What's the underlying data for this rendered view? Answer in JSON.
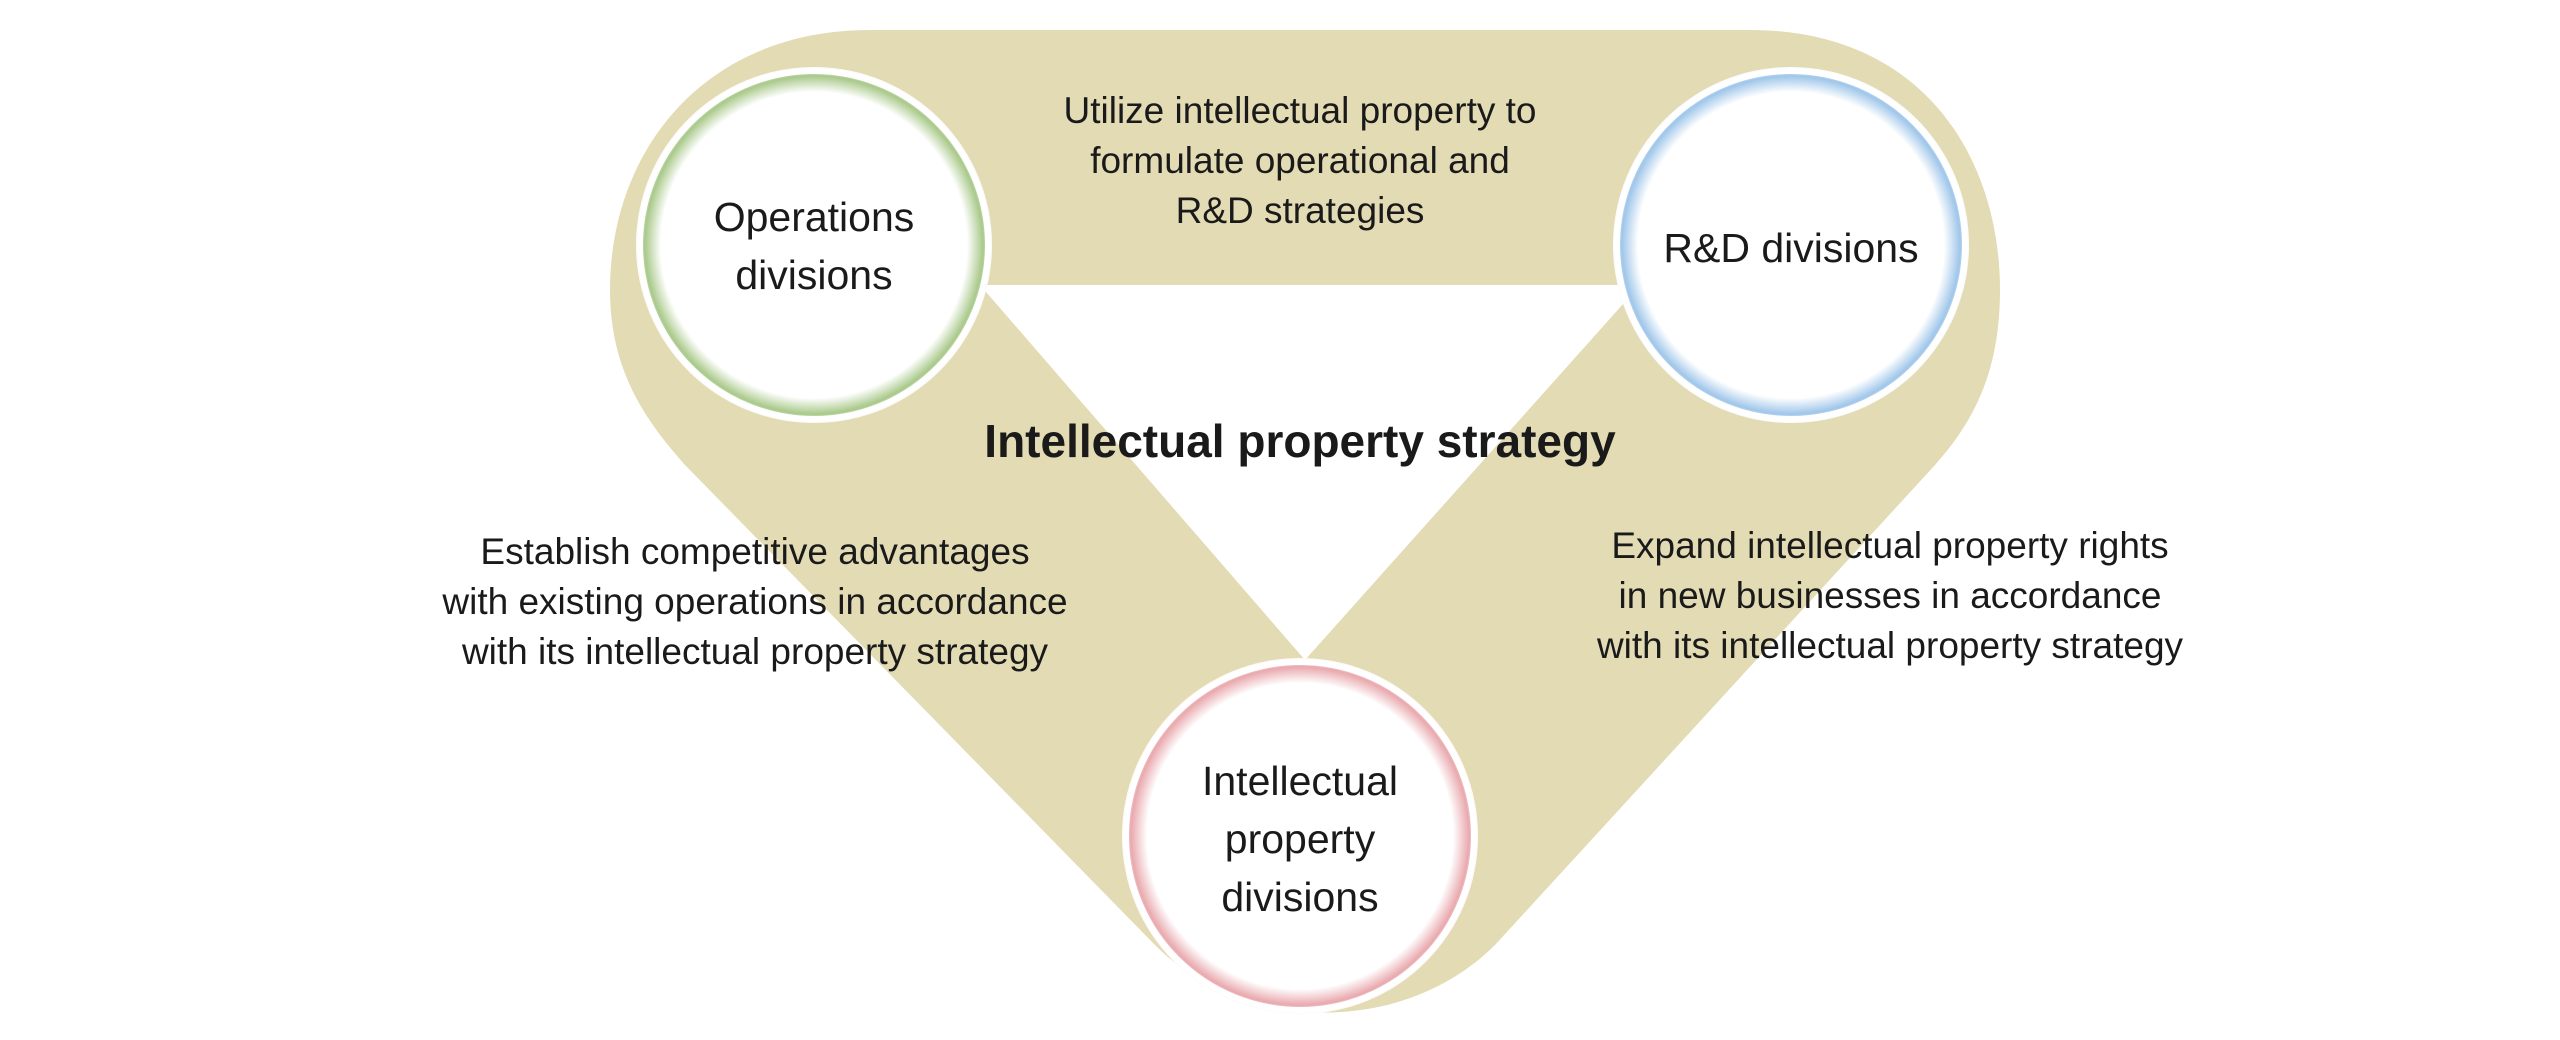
{
  "title": "Intellectual property strategy",
  "nodes": {
    "operations": {
      "label": "Operations\ndivisions"
    },
    "rnd": {
      "label": "R&D divisions"
    },
    "ip": {
      "label": "Intellectual\nproperty\ndivisions"
    }
  },
  "relations": {
    "operations_rnd": "Utilize intellectual property to\nformulate operational and\nR&D strategies",
    "operations_ip": "Establish competitive advantages\nwith existing operations in accordance\nwith its intellectual property strategy",
    "rnd_ip": "Expand intellectual property rights\nin new businesses in accordance\nwith its intellectual property strategy"
  },
  "colors": {
    "band": "#e3dbb4",
    "operations_ring": "#a9c98a",
    "rnd_ring": "#9fc6ea",
    "ip_ring": "#e9a9ae",
    "text": "#1a1a1a"
  }
}
